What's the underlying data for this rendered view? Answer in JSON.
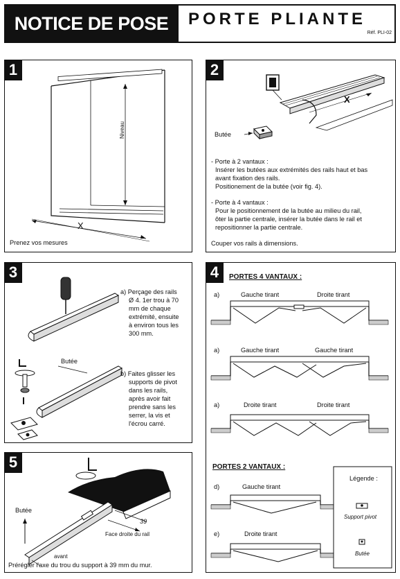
{
  "header": {
    "left_title": "NOTICE DE POSE",
    "right_title": "PORTE PLIANTE",
    "ref": "Réf. PLI-02"
  },
  "step1": {
    "number": "1",
    "caption": "Prenez vos mesures",
    "x_label": "X",
    "niveau_label": "Niveau"
  },
  "step2": {
    "number": "2",
    "x_label": "X",
    "butee_label": "Butée",
    "line1": "- Porte à 2 vantaux :",
    "line2": "Insérer les butées aux extrémités des rails haut et bas",
    "line3": "avant fixation des rails.",
    "line4": "Positionement de la butée (voir fig. 4).",
    "line5": "- Porte à 4 vantaux :",
    "line6": "Pour le positionnement de la butée au milieu du rail,",
    "line7": "ôter la partie centrale, insérer la butée dans le rail et",
    "line8": "repositionner la partie centrale.",
    "line9": "Couper vos rails à dimensions."
  },
  "step3": {
    "number": "3",
    "a1": "a) Perçage des rails",
    "a2": "Ø 4. 1er trou à 70",
    "a3": "mm de chaque",
    "a4": "extrémité, ensuite",
    "a5": "à environ tous les",
    "a6": "300 mm.",
    "butee_label": "Butée",
    "b1": "b) Faites glisser les",
    "b2": "supports de pivot",
    "b3": "dans les rails,",
    "b4": "après avoir fait",
    "b5": "prendre sans les",
    "b6": "serrer, la vis et",
    "b7": "l'écrou carré."
  },
  "step4": {
    "number": "4",
    "heading4": "PORTES 4 VANTAUX :",
    "heading2": "PORTES 2 VANTAUX :",
    "rows": [
      {
        "letter": "a)",
        "left": "Gauche tirant",
        "right": "Droite tirant"
      },
      {
        "letter": "a)",
        "left": "Gauche tirant",
        "right": "Gauche tirant"
      },
      {
        "letter": "a)",
        "left": "Droite tirant",
        "right": "Droite tirant"
      },
      {
        "letter": "d)",
        "left": "Gauche tirant",
        "right": ""
      },
      {
        "letter": "e)",
        "left": "Droite tirant",
        "right": ""
      }
    ],
    "legend_title": "Légende :",
    "legend_pivot": "Support pivot",
    "legend_butee": "Butée"
  },
  "step5": {
    "number": "5",
    "butee_label": "Butée",
    "dim": "39",
    "face_label": "Face droite du rail",
    "avant_label": "avant",
    "caption": "Prérégler l'axe du trou du support à 39 mm du mur."
  }
}
